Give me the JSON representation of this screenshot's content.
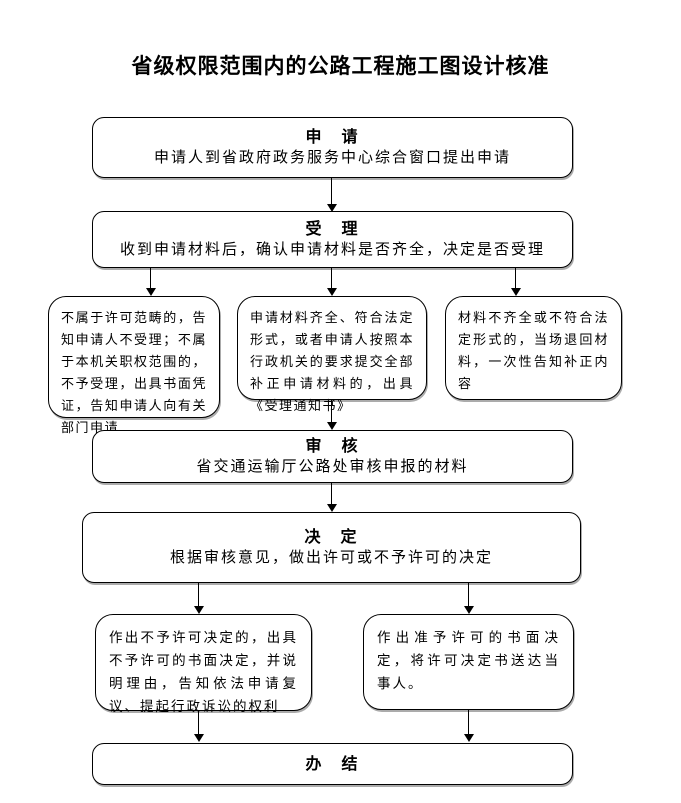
{
  "page": {
    "title": "省级权限范围内的公路工程施工图设计核准"
  },
  "colors": {
    "background": "#ffffff",
    "box_border": "#000000",
    "text": "#000000",
    "connector": "#000000",
    "box_shadow": "#ababab"
  },
  "flowchart": {
    "nodes": {
      "apply": {
        "heading": "申　请",
        "body": "申请人到省政府政务服务中心综合窗口提出申请"
      },
      "accept": {
        "heading": "受　理",
        "body": "收到申请材料后，确认申请材料是否齐全，决定是否受理"
      },
      "branch_left": {
        "body": "不属于许可范畴的，告知申请人不受理；不属于本机关职权范围的，不予受理，出具书面凭证，告知申请人向有关部门申请"
      },
      "branch_middle": {
        "body": "申请材料齐全、符合法定形式，或者申请人按照本行政机关的要求提交全部补正申请材料的，出具《受理通知书》"
      },
      "branch_right": {
        "body": "材料不齐全或不符合法定形式的，当场退回材料，一次性告知补正内容"
      },
      "review": {
        "heading": "审　核",
        "body": "省交通运输厅公路处审核申报的材料"
      },
      "decide": {
        "heading": "决　定",
        "body": "根据审核意见，做出许可或不予许可的决定"
      },
      "deny": {
        "body": "作出不予许可决定的，出具不予许可的书面决定，并说明理由，告知依法申请复议、提起行政诉讼的权利"
      },
      "grant": {
        "body": "作出准予许可的书面决定，将许可决定书送达当事人。"
      },
      "finish": {
        "heading": "办　结"
      }
    }
  }
}
